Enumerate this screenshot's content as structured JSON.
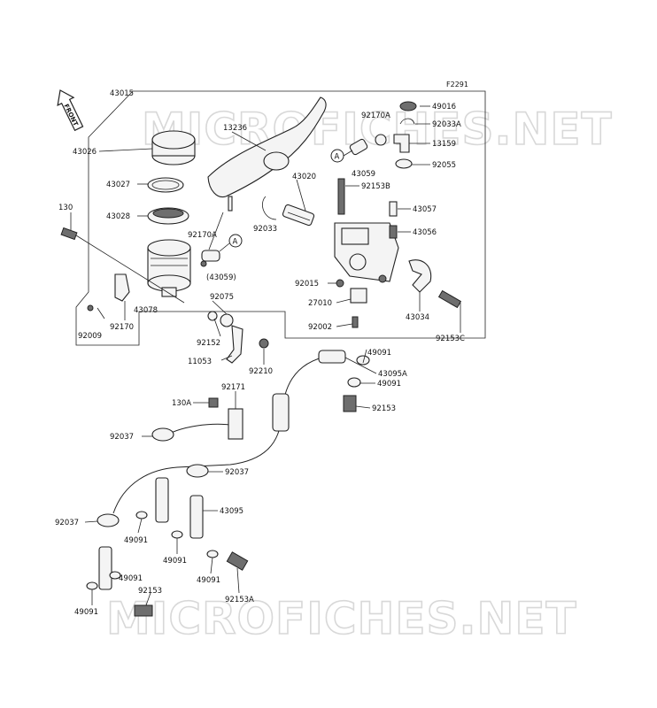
{
  "figure_code": "F2291",
  "front_tag": "FRONT",
  "watermark": "MICROFICHES.NET",
  "callout_marker": "A",
  "parts": [
    {
      "id": "p43015",
      "label": "43015"
    },
    {
      "id": "p43026",
      "label": "43026"
    },
    {
      "id": "p43027",
      "label": "43027"
    },
    {
      "id": "p43028",
      "label": "43028"
    },
    {
      "id": "p130",
      "label": "130"
    },
    {
      "id": "p13236",
      "label": "13236"
    },
    {
      "id": "p43020",
      "label": "43020"
    },
    {
      "id": "p92033",
      "label": "92033"
    },
    {
      "id": "p92170A_l",
      "label": "92170A"
    },
    {
      "id": "p43059_l",
      "label": "(43059)"
    },
    {
      "id": "p43078",
      "label": "43078"
    },
    {
      "id": "p92170",
      "label": "92170"
    },
    {
      "id": "p92009",
      "label": "92009"
    },
    {
      "id": "p92075",
      "label": "92075"
    },
    {
      "id": "p92152",
      "label": "92152"
    },
    {
      "id": "p11053",
      "label": "11053"
    },
    {
      "id": "p92210",
      "label": "92210"
    },
    {
      "id": "p49016",
      "label": "49016"
    },
    {
      "id": "p92170A_r",
      "label": "92170A"
    },
    {
      "id": "p92033A",
      "label": "92033A"
    },
    {
      "id": "p13159",
      "label": "13159"
    },
    {
      "id": "p43059_r",
      "label": "43059"
    },
    {
      "id": "p92055",
      "label": "92055"
    },
    {
      "id": "p92153B",
      "label": "92153B"
    },
    {
      "id": "p43057",
      "label": "43057"
    },
    {
      "id": "p43056",
      "label": "43056"
    },
    {
      "id": "p92015",
      "label": "92015"
    },
    {
      "id": "p27010",
      "label": "27010"
    },
    {
      "id": "p92002",
      "label": "92002"
    },
    {
      "id": "p43034",
      "label": "43034"
    },
    {
      "id": "p92153C",
      "label": "92153C"
    },
    {
      "id": "p49091_a",
      "label": "49091"
    },
    {
      "id": "p43095A",
      "label": "43095A"
    },
    {
      "id": "p49091_b",
      "label": "49091"
    },
    {
      "id": "p92153_r",
      "label": "92153"
    },
    {
      "id": "p92171",
      "label": "92171"
    },
    {
      "id": "p130A",
      "label": "130A"
    },
    {
      "id": "p92037_a",
      "label": "92037"
    },
    {
      "id": "p92037_b",
      "label": "92037"
    },
    {
      "id": "p92037_c",
      "label": "92037"
    },
    {
      "id": "p43095",
      "label": "43095"
    },
    {
      "id": "p49091_c",
      "label": "49091"
    },
    {
      "id": "p49091_d",
      "label": "49091"
    },
    {
      "id": "p49091_e",
      "label": "49091"
    },
    {
      "id": "p49091_f",
      "label": "49091"
    },
    {
      "id": "p49091_g",
      "label": "49091"
    },
    {
      "id": "p92153_l",
      "label": "92153"
    },
    {
      "id": "p92153A",
      "label": "92153A"
    }
  ]
}
